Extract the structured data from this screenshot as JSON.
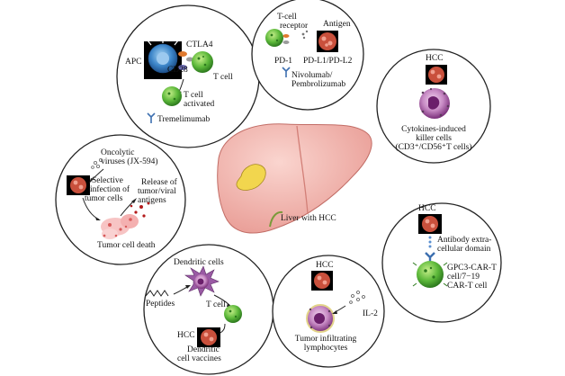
{
  "panels": {
    "ctla4": {
      "apc": "APC",
      "ctla4": "CTLA4",
      "cd28": "CD28",
      "t_cell": "T cell",
      "t_cell_activated_1": "T cell",
      "t_cell_activated_2": "activated",
      "drug": "Tremelimumab"
    },
    "pd1": {
      "tcr_1": "T-cell",
      "tcr_2": "receptor",
      "antigen": "Antigen",
      "pd1": "PD-1",
      "pdl": "PD-L1/PD-L2",
      "drug_1": "Nivolumab/",
      "drug_2": "Pembrolizumab"
    },
    "cik": {
      "hcc": "HCC",
      "label_1": "Cytokines-induced",
      "label_2": "killer cells",
      "label_3": "(CD3⁺/CD56⁺T cells)"
    },
    "oncolytic": {
      "virus_1": "Oncolytic",
      "virus_2": "viruses (JX-594)",
      "infection_1": "Selective",
      "infection_2": "infection of",
      "infection_3": "tumor cells",
      "release_1": "Release of",
      "release_2": "tumor/viral",
      "release_3": "antigens",
      "death": "Tumor cell death"
    },
    "liver": {
      "label": "Liver with HCC"
    },
    "car_t": {
      "hcc": "HCC",
      "antibody_1": "Antibody extra-",
      "antibody_2": "cellular domain",
      "cart_1": "GPC3-CAR-T",
      "cart_2": "cell/7−19",
      "cart_3": "CAR-T cell"
    },
    "dendritic": {
      "dc": "Dendritic cells",
      "peptides": "Peptides",
      "t_cell": "T cell",
      "hcc": "HCC",
      "vaccine_1": "Dendritic",
      "vaccine_2": "cell vaccines"
    },
    "til": {
      "hcc": "HCC",
      "il2": "IL-2",
      "label_1": "Tumor infiltrating",
      "label_2": "lymphocytes"
    }
  },
  "colors": {
    "outline": "#222222",
    "liver": "#f3b7b0",
    "tumor": "#f2d64e",
    "t_cell": "#5cb83a",
    "apc": "#3d86c9",
    "nk_cell": "#8a3c8c",
    "hcc_cell": "#c9503c"
  }
}
